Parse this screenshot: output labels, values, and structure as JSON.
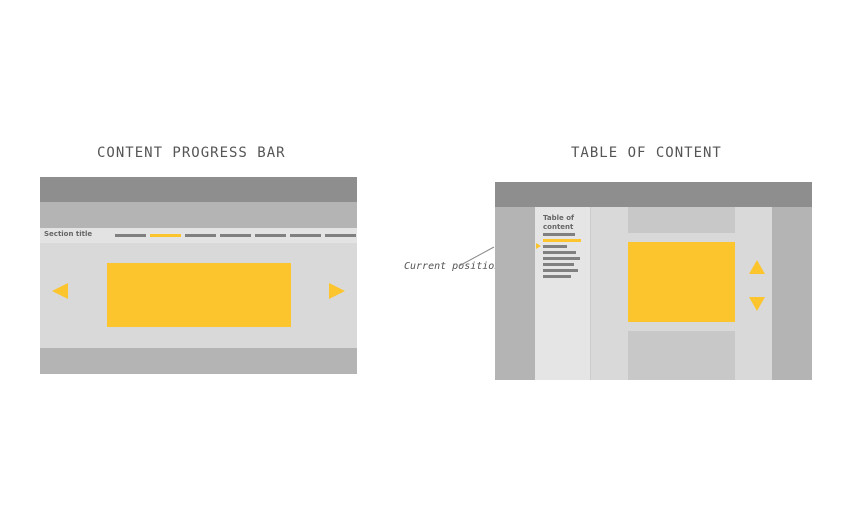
{
  "left_panel": {
    "heading": "CONTENT PROGRESS BAR",
    "section_title": "Section title",
    "progress_segments": 7,
    "active_segment": 2,
    "prev_arrow_icon": "triangle-left-icon",
    "next_arrow_icon": "triangle-right-icon"
  },
  "right_panel": {
    "heading": "TABLE OF CONTENT",
    "toc_title": "Table of content",
    "toc_line_count": 8,
    "active_line": 2,
    "annotation": "Current position",
    "current_position_icon": "triangle-right-icon",
    "up_arrow_icon": "triangle-up-icon",
    "down_arrow_icon": "triangle-down-icon"
  },
  "colors": {
    "accent": "#fcc42d",
    "dark_bar": "#8e8e8e",
    "mid_gray": "#b4b4b4",
    "light_gray": "#d9d9d9",
    "line_gray": "#808080"
  }
}
